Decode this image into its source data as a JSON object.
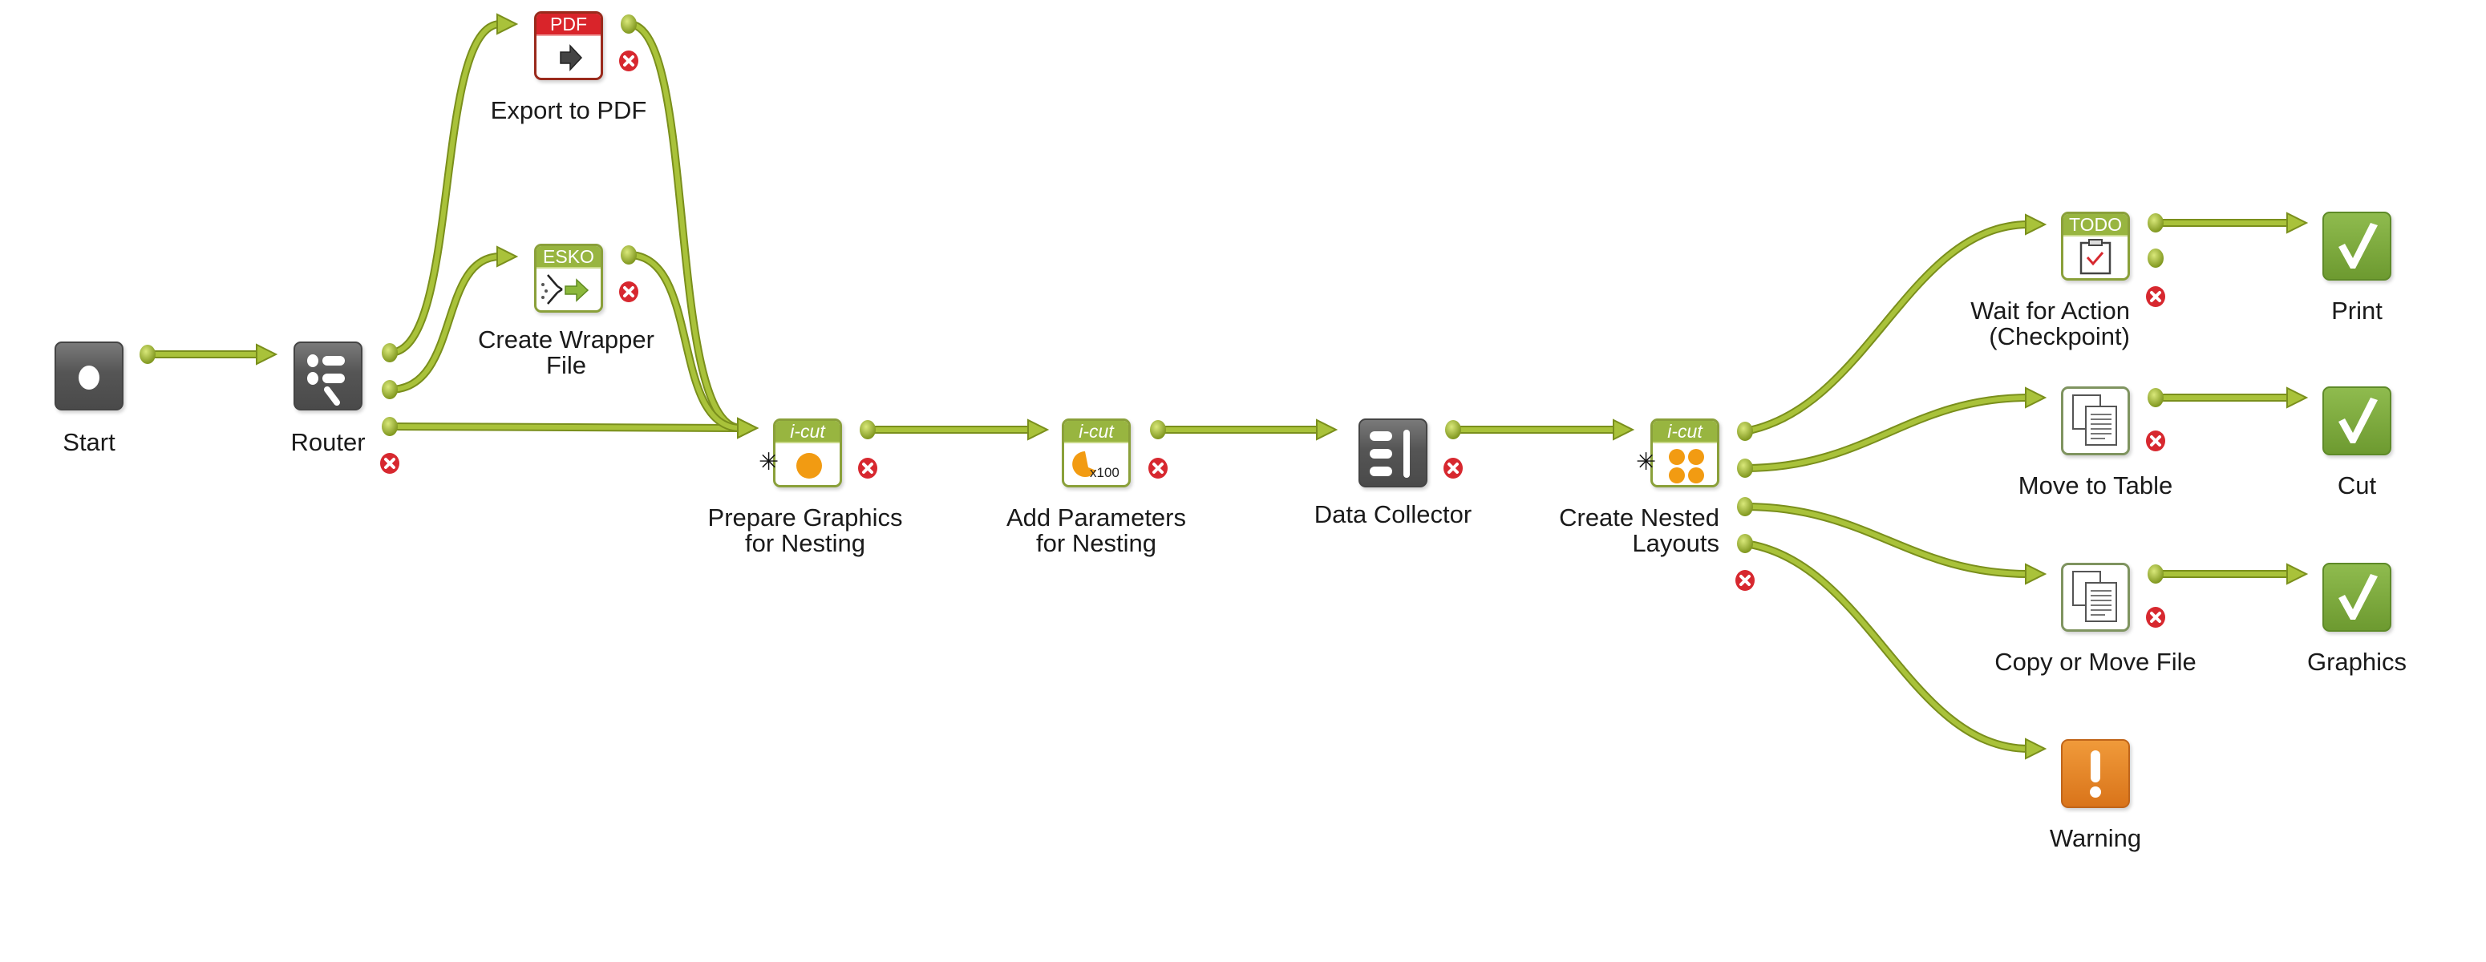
{
  "colors": {
    "wire": "#a9c23a",
    "wire_outline": "#7a8f1c",
    "error": "#d7282f",
    "icut_green": "#98b540",
    "pdf_red": "#d9242a",
    "check_green": "#7aa33a",
    "warning_orange": "#e07f23",
    "dark_node": "#555555"
  },
  "nodes": {
    "start": {
      "label": "Start",
      "icon": "record-icon"
    },
    "router": {
      "label": "Router",
      "icon": "router-icon"
    },
    "export_pdf": {
      "label": "Export to PDF",
      "badge": "PDF",
      "icon": "pdf-export-icon"
    },
    "wrapper": {
      "label": "Create Wrapper\nFile",
      "badge": "ESKO",
      "icon": "esko-wrapper-icon"
    },
    "prepare": {
      "label": "Prepare Graphics\nfor Nesting",
      "badge": "i-cut",
      "icon": "icut-prepare-icon"
    },
    "parameters": {
      "label": "Add Parameters\nfor Nesting",
      "badge": "i-cut",
      "count": "x100",
      "icon": "icut-parameters-icon"
    },
    "collector": {
      "label": "Data Collector",
      "icon": "data-collector-icon"
    },
    "nested": {
      "label": "Create Nested\nLayouts",
      "badge": "i-cut",
      "icon": "icut-nest-icon"
    },
    "wait": {
      "label": "Wait for Action\n(Checkpoint)",
      "badge": "TODO",
      "icon": "checkpoint-icon"
    },
    "print": {
      "label": "Print",
      "icon": "check-icon"
    },
    "move_table": {
      "label": "Move to Table",
      "icon": "documents-icon"
    },
    "cut": {
      "label": "Cut",
      "icon": "check-icon"
    },
    "copy_move": {
      "label": "Copy or Move File",
      "icon": "documents-icon"
    },
    "graphics": {
      "label": "Graphics",
      "icon": "check-icon"
    },
    "warning": {
      "label": "Warning",
      "icon": "warning-icon"
    }
  }
}
